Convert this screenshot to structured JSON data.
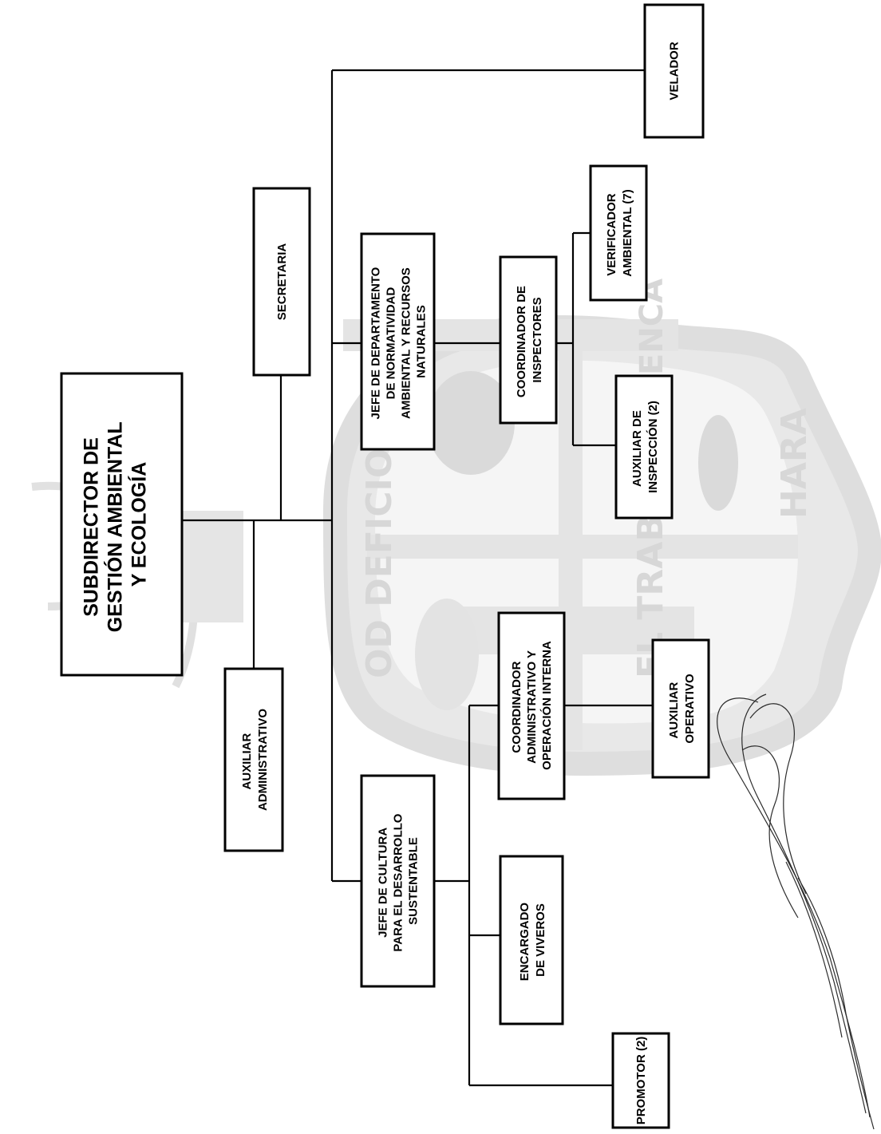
{
  "diagram": {
    "type": "org-chart",
    "orientation": "rotated-90-ccw",
    "watermark_text": {
      "arc_left": "OD DEFICIONE",
      "arc_right": "HARA",
      "bottom_band": "EL TRABAJO",
      "top_band": "ENCA"
    },
    "nodes": [
      {
        "id": "subdirector",
        "lines": [
          "SUBDIRECTOR DE",
          "GESTIÓN AMBIENTAL",
          "Y ECOLOGÍA"
        ]
      },
      {
        "id": "auxiliar-administrativo",
        "lines": [
          "AUXILIAR",
          "ADMINISTRATIVO"
        ]
      },
      {
        "id": "secretaria",
        "lines": [
          "SECRETARIA"
        ]
      },
      {
        "id": "jefe-normatividad",
        "lines": [
          "JEFE DE DEPARTAMENTO",
          "DE NORMATIVIDAD",
          "AMBIENTAL Y RECURSOS",
          "NATURALES"
        ]
      },
      {
        "id": "jefe-cultura",
        "lines": [
          "JEFE DE CULTURA",
          "PARA EL DESARROLLO",
          "SUSTENTABLE"
        ]
      },
      {
        "id": "velador",
        "lines": [
          "VELADOR"
        ]
      },
      {
        "id": "coordinador-inspectores",
        "lines": [
          "COORDINADOR DE",
          "INSPECTORES"
        ]
      },
      {
        "id": "verificador-ambiental",
        "lines": [
          "VERIFICADOR",
          "AMBIENTAL (7)"
        ]
      },
      {
        "id": "auxiliar-inspeccion",
        "lines": [
          "AUXILIAR DE",
          "INSPECCIÓN (2)"
        ]
      },
      {
        "id": "coordinador-administrativo",
        "lines": [
          "COORDINADOR",
          "ADMINISTRATIVO Y",
          "OPERACIÓN INTERNA"
        ]
      },
      {
        "id": "auxiliar-operativo",
        "lines": [
          "AUXILIAR",
          "OPERATIVO"
        ]
      },
      {
        "id": "encargado-viveros",
        "lines": [
          "ENCARGADO",
          "DE VIVEROS"
        ]
      },
      {
        "id": "promotor",
        "lines": [
          "PROMOTOR (2)"
        ]
      }
    ],
    "edges": [
      [
        "subdirector",
        "auxiliar-administrativo"
      ],
      [
        "subdirector",
        "secretaria"
      ],
      [
        "subdirector",
        "velador"
      ],
      [
        "subdirector",
        "jefe-normatividad"
      ],
      [
        "subdirector",
        "jefe-cultura"
      ],
      [
        "jefe-normatividad",
        "coordinador-inspectores"
      ],
      [
        "coordinador-inspectores",
        "verificador-ambiental"
      ],
      [
        "coordinador-inspectores",
        "auxiliar-inspeccion"
      ],
      [
        "jefe-cultura",
        "coordinador-administrativo"
      ],
      [
        "coordinador-administrativo",
        "auxiliar-operativo"
      ],
      [
        "jefe-cultura",
        "encargado-viveros"
      ],
      [
        "jefe-cultura",
        "promotor"
      ]
    ],
    "colors": {
      "box_stroke": "#000000",
      "box_fill": "#ffffff",
      "watermark": "#c4c4c4",
      "signature": "#2b2b2b"
    }
  }
}
